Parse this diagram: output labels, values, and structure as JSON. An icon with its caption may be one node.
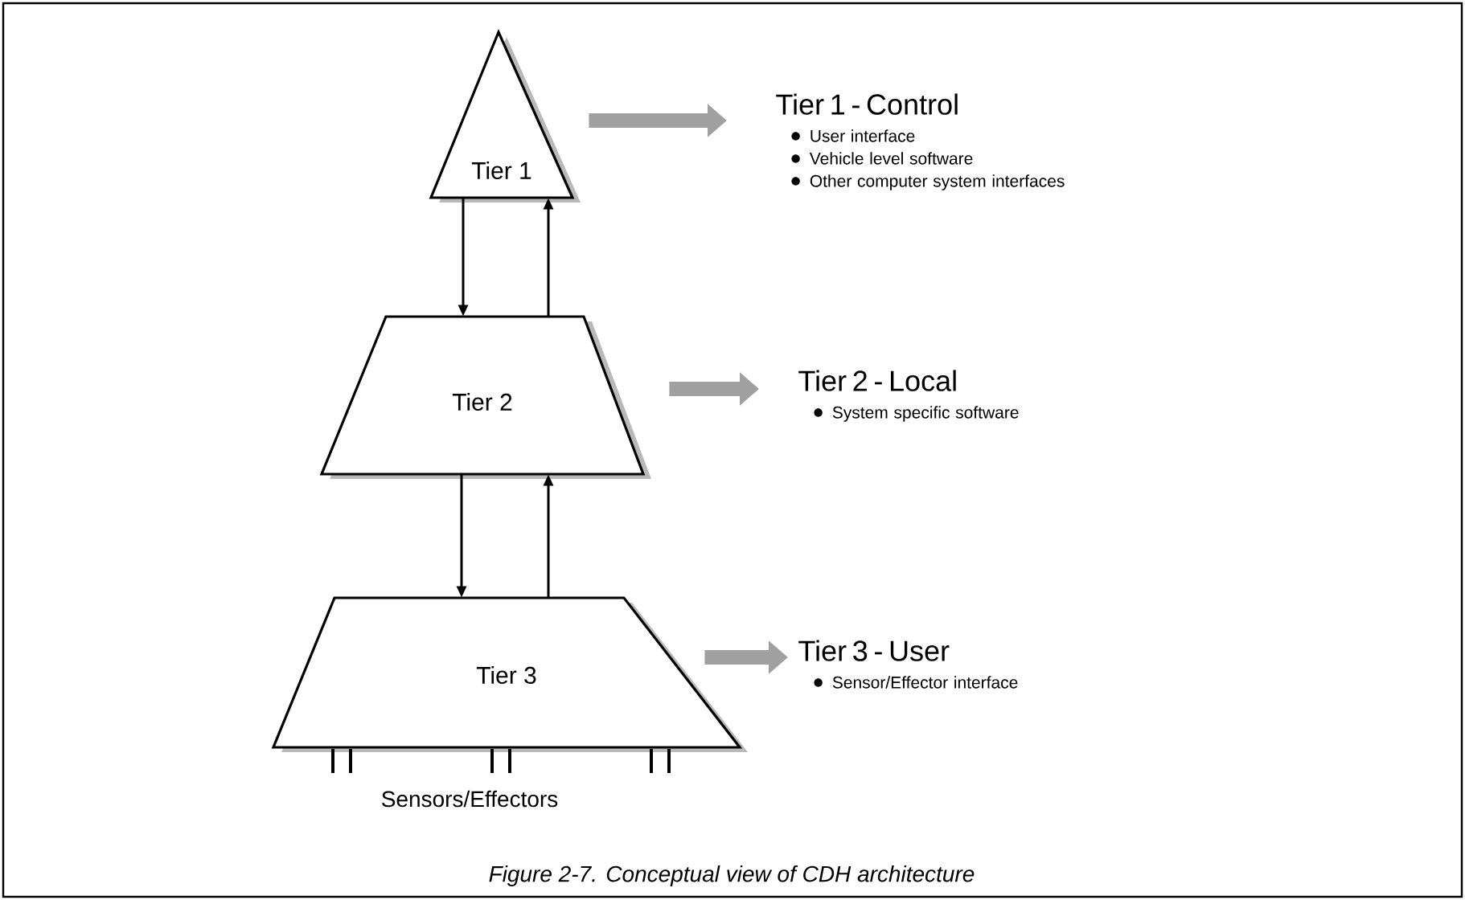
{
  "diagram": {
    "caption": "Figure 2-7. Conceptual view of CDH architecture",
    "nodes": [
      {
        "text": [
          "Tier 1"
        ]
      },
      {
        "text": [
          "Tier 2"
        ]
      },
      {
        "text": [
          "Tier 3"
        ]
      },
      {
        "text": [
          "Tier 1 - Control",
          "User interface",
          "Vehicle level software",
          "Other computer system interfaces"
        ]
      },
      {
        "text": [
          "Tier 2 - Local",
          "System specific software"
        ]
      },
      {
        "text": [
          "Tier 3 - User",
          "Sensor/Effector interface"
        ]
      }
    ],
    "edges": [
      {
        "from": 0,
        "to": 1,
        "arrow": "to"
      },
      {
        "from": 1,
        "to": 0,
        "arrow": "to"
      },
      {
        "from": 1,
        "to": 2,
        "arrow": "to"
      },
      {
        "from": 2,
        "to": 1,
        "arrow": "to"
      },
      {
        "from": 0,
        "to": 3,
        "arrow": "to",
        "style": "thick",
        "color": "#a0a0a0"
      },
      {
        "from": 1,
        "to": 4,
        "arrow": "to",
        "style": "thick",
        "color": "#a0a0a0"
      },
      {
        "from": 2,
        "to": 5,
        "arrow": "to",
        "style": "thick",
        "color": "#a0a0a0"
      }
    ],
    "labels": [
      "Sensors/Effectors"
    ]
  }
}
